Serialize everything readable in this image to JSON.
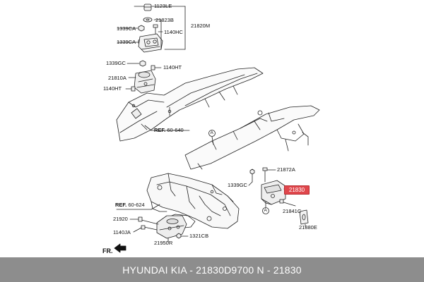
{
  "diagram": {
    "part_labels": {
      "p1123le": "1123LE",
      "p21823b": "21823B",
      "p21820m": "21820M",
      "p1339ca_top": "1339CA",
      "p1140hc": "1140HC",
      "p1339ca_mid": "1339CA",
      "p1339gc_left": "1339GC",
      "p1140ht_right": "1140HT",
      "p21810a": "21810A",
      "p1140ht_left": "1140HT",
      "p21872a": "21872A",
      "p1339gc_right": "1339GC",
      "p21830": "21830",
      "p21841c": "21841C",
      "p21880e": "21880E",
      "p21920": "21920",
      "p1140ja": "1140JA",
      "p1321cb": "1321CB",
      "p21950r": "21950R"
    },
    "ref_labels": {
      "ref_top": {
        "prefix": "REF.",
        "value": "60-640"
      },
      "ref_bottom": {
        "prefix": "REF.",
        "value": "60-624"
      }
    },
    "markers": {
      "a_upper": "A",
      "a_lower": "A"
    },
    "direction_label": "FR.",
    "highlight_color": "#e0474c"
  },
  "caption": {
    "text": "HYUNDAI  KIA - 21830D9700     N - 21830"
  }
}
